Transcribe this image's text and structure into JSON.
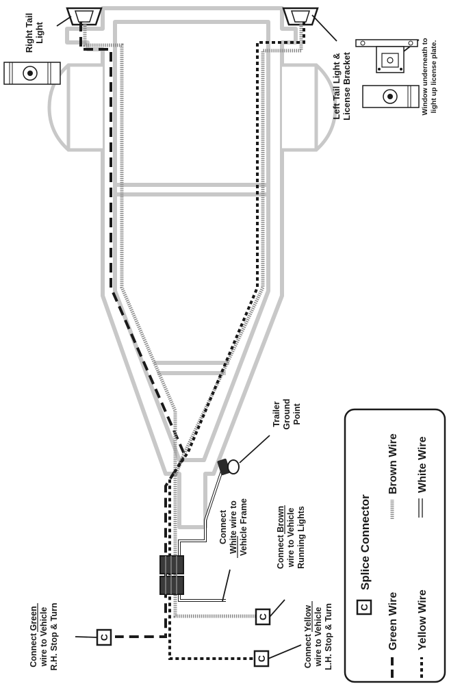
{
  "labels": {
    "right_tail_light": [
      "Right Tail",
      "Light"
    ],
    "left_tail_light": [
      "Left Tail Light &",
      "License Bracket"
    ],
    "window_note": [
      "Window underneath to",
      "light up license plate."
    ],
    "trailer_ground": [
      "Trailer",
      "Ground",
      "Point"
    ],
    "connect_white": [
      "Connect",
      "White wire to",
      "Vehicle Frame"
    ],
    "connect_white_underline": "White",
    "connect_brown": [
      "Connect Brown",
      "wire to Vehicle",
      "Running Lights"
    ],
    "connect_brown_underline": "Brown",
    "connect_green": [
      "Connect Green",
      "wire to Vehicle",
      "R.H. Stop & Turn"
    ],
    "connect_green_underline": "Green",
    "connect_yellow": [
      "Connect Yellow",
      "wire to Vehicle",
      "L.H. Stop & Turn"
    ],
    "connect_yellow_underline": "Yellow"
  },
  "splice_symbol": "C",
  "legend": {
    "splice": "Splice Connector",
    "green": "Green Wire",
    "yellow": "Yellow Wire",
    "brown": "Brown Wire",
    "white": "White Wire"
  },
  "colors": {
    "frame": "#c8c8c8",
    "ink": "#1a1a1a",
    "brown_wire": "#8a8a8a"
  }
}
